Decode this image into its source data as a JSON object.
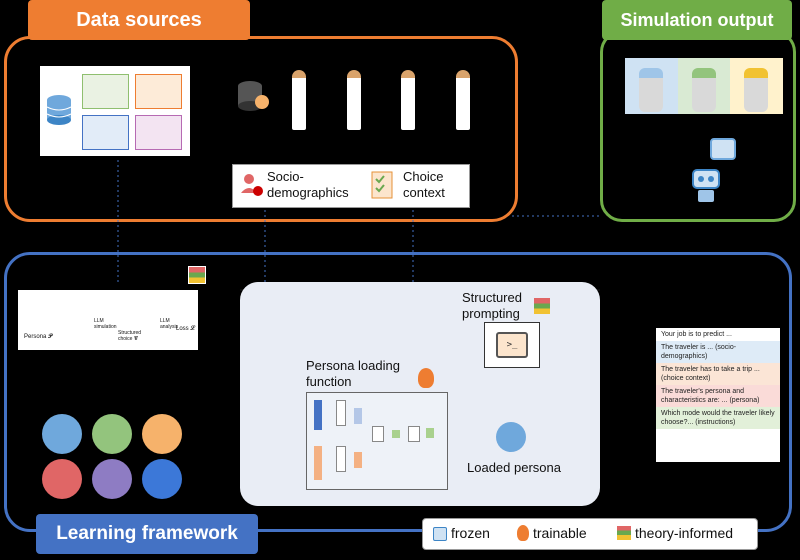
{
  "tabs": {
    "data_sources": "Data sources",
    "simulation_output": "Simulation output",
    "learning_framework": "Learning framework"
  },
  "data_sources": {
    "socio_label": "Socio-\ndemographics",
    "choice_label": "Choice\ncontext"
  },
  "learning": {
    "structured_prompting": "Structured\nprompting",
    "persona_function": "Persona loading\nfunction",
    "loaded_persona": "Loaded persona",
    "mini_diagram": {
      "persona": "Persona 𝓟",
      "structured_choice": "Structured\nchoice 𝓒",
      "llm_simulation": "LLM\nsimulation",
      "llm_analysis": "LLM\nanalysis",
      "loss": "Loss 𝓛"
    }
  },
  "prompt_text": {
    "lines": [
      {
        "text": "Your job is to predict ...",
        "tone": "white"
      },
      {
        "text": "The traveler is ... (socio-demographics)",
        "tone": "blue"
      },
      {
        "text": "The traveler has to take a trip ... (choice context)",
        "tone": "orange"
      },
      {
        "text": "The traveler's persona and characteristics are: ... (persona)",
        "tone": "pink"
      },
      {
        "text": "Which mode would the traveler likely choose?... (instructions)",
        "tone": "green"
      }
    ]
  },
  "legend": {
    "frozen": "frozen",
    "trainable": "trainable",
    "theory_informed": "theory-informed"
  },
  "colors": {
    "orange": "#EE7D31",
    "green": "#70AD47",
    "blue": "#4472C4",
    "panel": "#E9EDF5"
  },
  "icons": [
    "database-icon",
    "robot-icon",
    "fire-icon",
    "books-icon",
    "terminal-icon",
    "ice-cube-icon",
    "person-icon",
    "checklist-icon"
  ]
}
